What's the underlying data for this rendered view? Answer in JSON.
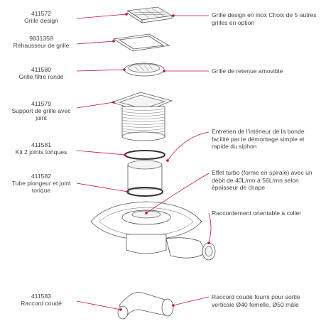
{
  "components": [
    {
      "id": "grille-design",
      "ref": "411572",
      "label": "Grille design",
      "description": "Grille design en inox Choix de 5 autres grilles en option"
    },
    {
      "id": "rehausseur",
      "ref": "9831358",
      "label": "Rehausseur de grille",
      "description": ""
    },
    {
      "id": "grille-filtre",
      "ref": "411580",
      "label": "Grille filtre ronde",
      "description": "Grille de retenue amovible"
    },
    {
      "id": "support-grille",
      "ref": "411579",
      "label": "Support de grille avec joint",
      "description": "Entretien de l'intérieur de la bonde facilité par le démontage simple et rapide du siphon"
    },
    {
      "id": "joints-toriques",
      "ref": "411581",
      "label": "Kit 2 joints toriques",
      "description": ""
    },
    {
      "id": "tube-plongeur",
      "ref": "411582",
      "label": "Tube plongeur et joint torique",
      "description": "Effet turbo (forme en spirale) avec un débit de 40L/mn à 56L/mn selon épaisseur de chape"
    },
    {
      "id": "corps-bonde",
      "ref": "",
      "label": "",
      "description": "Raccordement orientable à coller"
    },
    {
      "id": "raccord-coude",
      "ref": "411583",
      "label": "Raccord coudé",
      "description": "Raccord coudé fourni pour sortie verticale Ø40 femelle, Ø50 mâle"
    }
  ],
  "colors": {
    "callout": "#c8102e",
    "line": "#555555",
    "text": "#444444"
  }
}
